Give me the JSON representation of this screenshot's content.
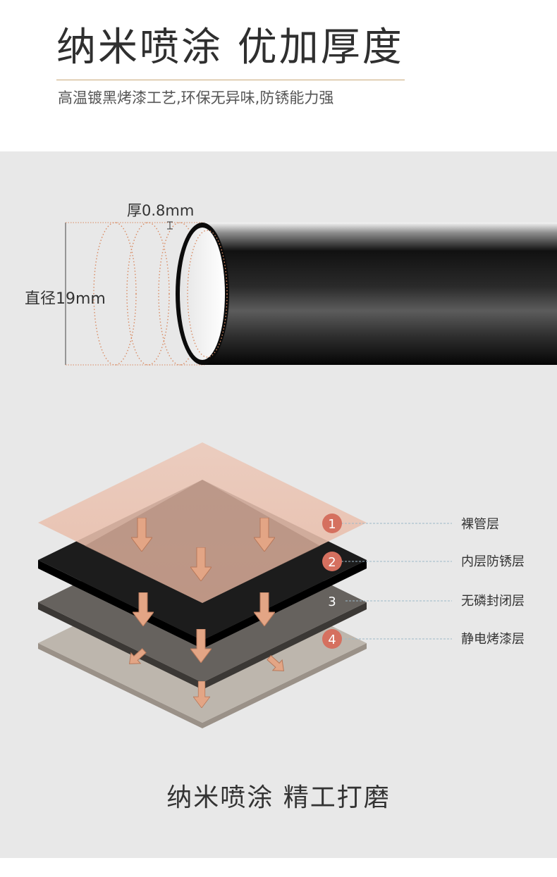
{
  "header": {
    "title": "纳米喷涂 优加厚度",
    "subtitle": "高温镀黑烤漆工艺,环保无异味,防锈能力强"
  },
  "tube": {
    "thickness_label": "厚0.8mm",
    "diameter_label": "直径19mm"
  },
  "layers": [
    {
      "number": "1",
      "label": "裸管层"
    },
    {
      "number": "2",
      "label": "内层防锈层"
    },
    {
      "number": "3",
      "label": "无磷封闭层"
    },
    {
      "number": "4",
      "label": "静电烤漆层"
    }
  ],
  "bottom": {
    "title": "纳米喷涂 精工打磨"
  },
  "colors": {
    "accent_rule": "#c9a877",
    "badge": "#d5705f",
    "arrow": "#e3a585",
    "panel_bg": "#e8e8e8",
    "layer_pink": "#f0c8b4",
    "layer_black": "#1c1c1c",
    "layer_gray": "#66625e",
    "layer_beige": "#bdb6ad"
  }
}
